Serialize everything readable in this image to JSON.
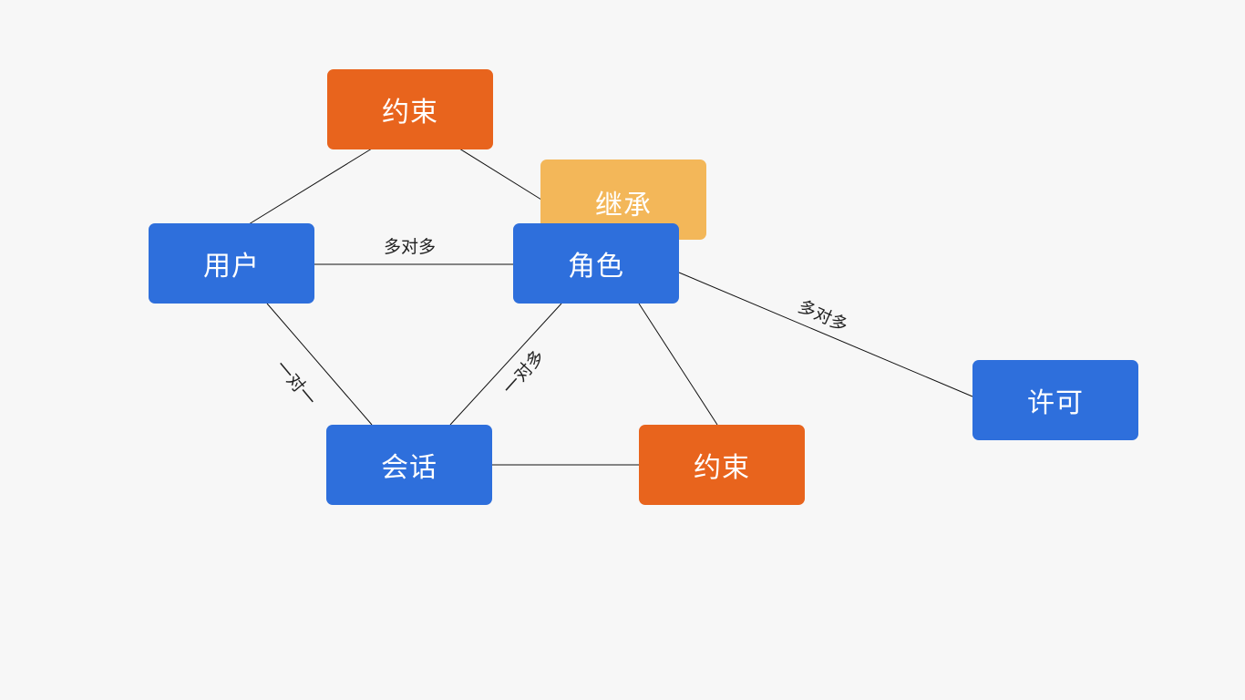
{
  "nodes": {
    "constraint_top": "约束",
    "inherit": "继承",
    "user": "用户",
    "role": "角色",
    "session": "会话",
    "constraint_bottom": "约束",
    "permission": "许可"
  },
  "edges": {
    "user_role": "多对多",
    "role_permission": "多对多",
    "user_session": "一对一",
    "session_role": "一对多"
  },
  "colors": {
    "primary_blue": "#2e6fdc",
    "constraint_orange": "#e8641d",
    "inherit_gold": "#f3b759",
    "background": "#f7f7f7"
  }
}
